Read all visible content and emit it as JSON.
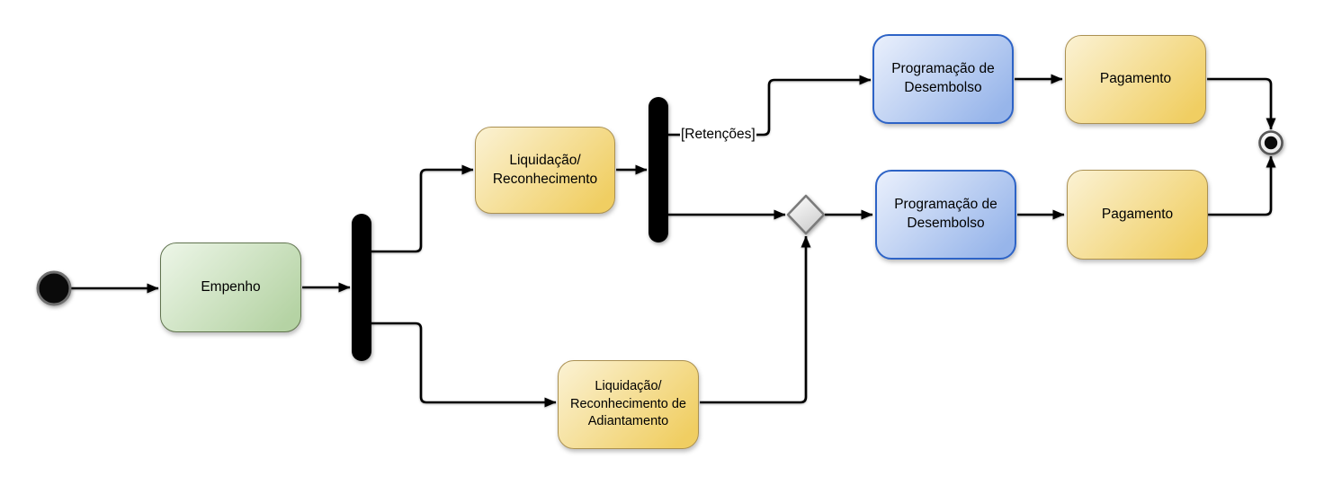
{
  "nodes": {
    "empenho": "Empenho",
    "liquidacao_reconhecimento": "Liquidação/\nReconhecimento",
    "liquidacao_reconhecimento_adiantamento": "Liquidação/\nReconhecimento de\nAdiantamento",
    "programacao_desembolso_retencoes": "Programação de\nDesembolso",
    "pagamento_retencoes": "Pagamento",
    "programacao_desembolso": "Programação de\nDesembolso",
    "pagamento": "Pagamento"
  },
  "edge_labels": {
    "retencoes": "[Retenções]"
  },
  "colors": {
    "green_fill_top": "#edf6e8",
    "green_fill_bottom": "#b5d3a4",
    "green_border": "#61744f",
    "yellow_fill_top": "#fbf2d4",
    "yellow_fill_bottom": "#f0ce62",
    "yellow_border": "#ab9152",
    "blue_fill_top": "#eaf0fc",
    "blue_fill_bottom": "#97b5ea",
    "blue_border": "#2d63c6",
    "line_color": "#000000",
    "bar_color": "#000000",
    "diamond_border": "#7a7a7a",
    "final_ring_border": "#565656"
  }
}
